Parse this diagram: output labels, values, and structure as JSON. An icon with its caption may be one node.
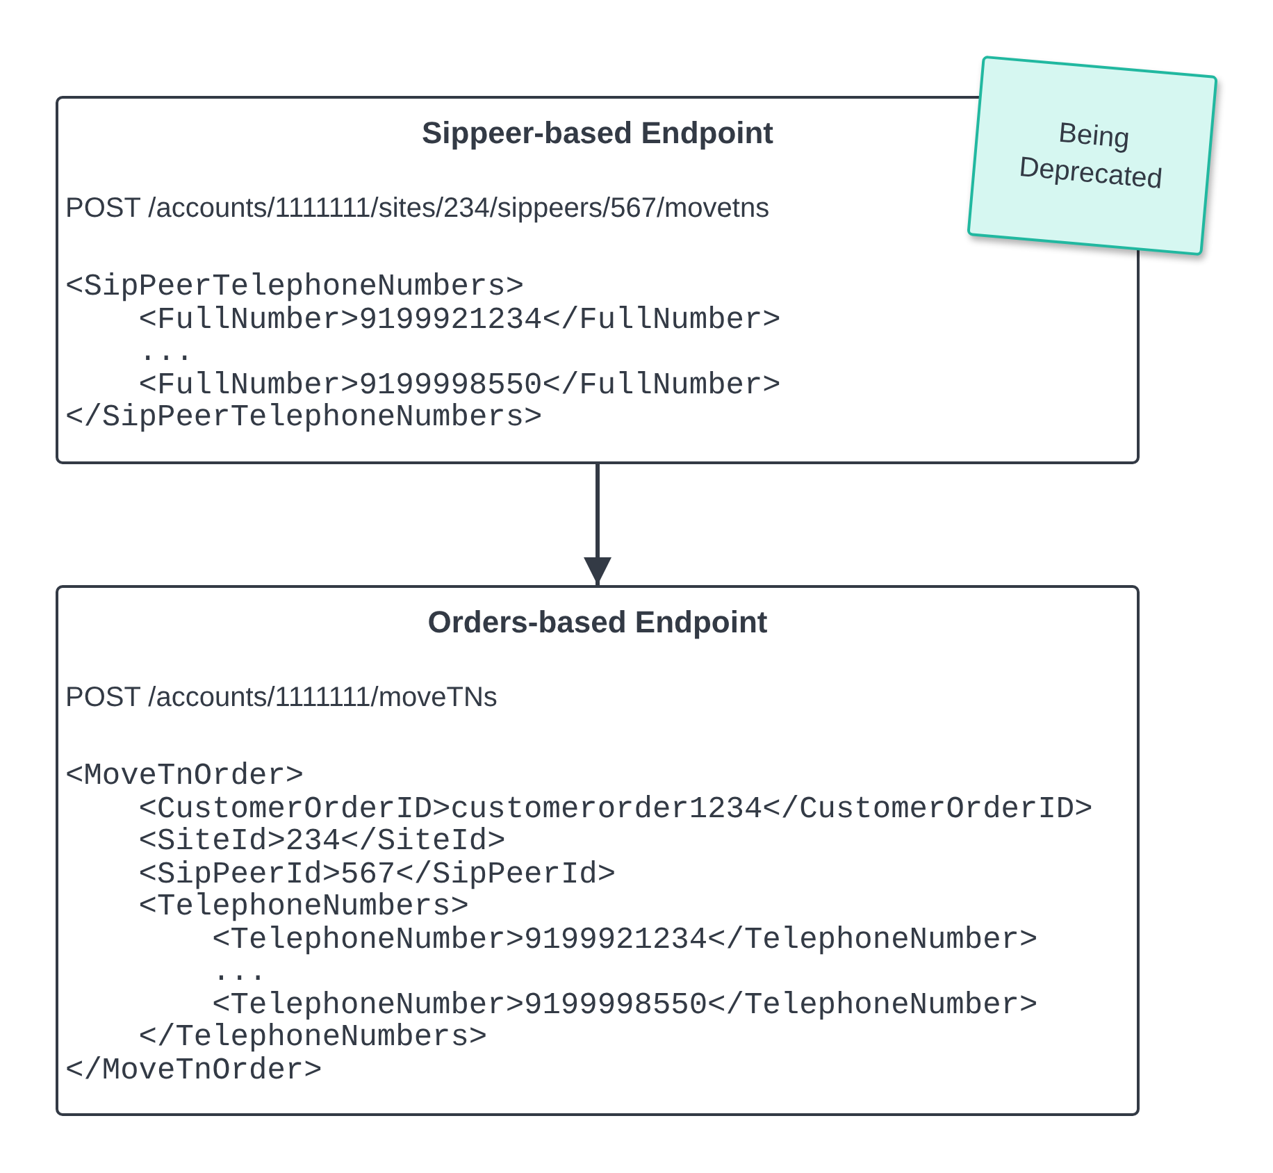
{
  "diagram": {
    "nodes": [
      {
        "text": [
          "Sippeer-based Endpoint",
          "POST /accounts/1111111/sites/234/sippeers/567/movetns",
          "<SipPeerTelephoneNumbers>",
          "<FullNumber>9199921234</FullNumber>",
          "...",
          "<FullNumber>9199998550</FullNumber>",
          "</SipPeerTelephoneNumbers>"
        ]
      },
      {
        "text": [
          "Being Deprecated"
        ]
      },
      {
        "text": [
          "Orders-based Endpoint",
          "POST /accounts/1111111/moveTNs",
          "<MoveTnOrder>",
          "<CustomerOrderID>customerorder1234</CustomerOrderID>",
          "<SiteId>234</SiteId>",
          "<SipPeerId>567</SipPeerId>",
          "<TelephoneNumbers>",
          "<TelephoneNumber>9199921234</TelephoneNumber>",
          "...",
          "<TelephoneNumber>9199998550</TelephoneNumber>",
          "</TelephoneNumbers>",
          "</MoveTnOrder>"
        ]
      }
    ],
    "edges": [
      {
        "from": 0,
        "to": 2,
        "arrow": "to"
      }
    ]
  }
}
